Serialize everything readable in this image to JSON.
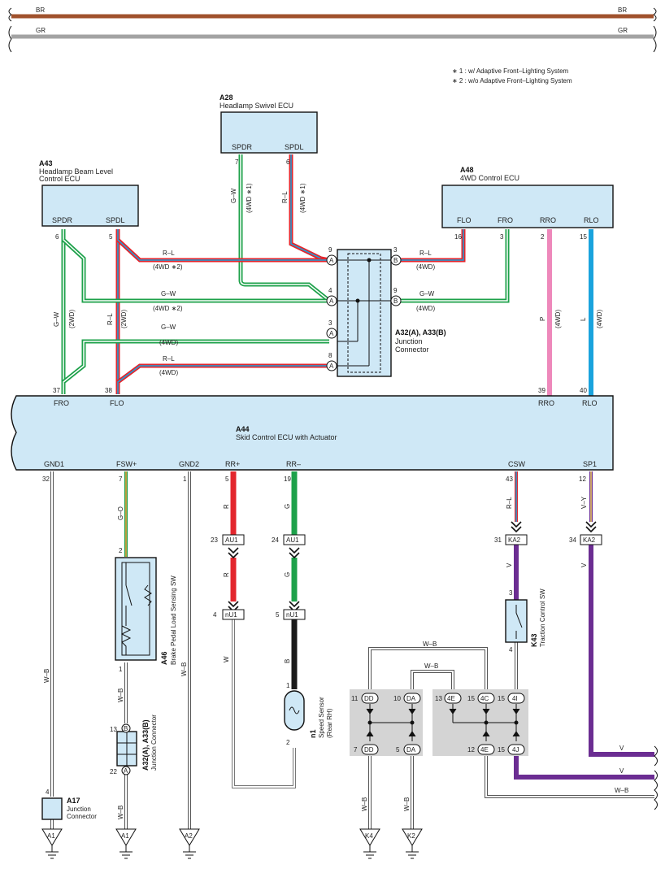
{
  "colors": {
    "brown": "#a0522d",
    "gray": "#a3a3a3",
    "red": "#e3262d",
    "green": "#1da14a",
    "blue": "#1aa3dd",
    "pink": "#ee88bb",
    "purple": "#6b2d92",
    "black": "#1a1a1a",
    "ecu_fill": "#cfe8f6"
  },
  "top_wires": {
    "br": "BR",
    "gr": "GR"
  },
  "notes": {
    "n1": "∗ 1 : w/ Adaptive Front–Lighting System",
    "n2": "∗ 2 : w/o Adaptive Front–Lighting System"
  },
  "a28": {
    "code": "A28",
    "name": "Headlamp Swivel ECU",
    "spdr": "SPDR",
    "spdl": "SPDL",
    "p7": "7",
    "p6": "6",
    "w1": "G–W",
    "w1c": "(4WD ∗1)",
    "w2": "R–L",
    "w2c": "(4WD ∗1)"
  },
  "a43": {
    "code": "A43",
    "name1": "Headlamp Beam Level",
    "name2": "Control ECU",
    "spdr": "SPDR",
    "spdl": "SPDL",
    "p6": "6",
    "p5": "5",
    "w1": "G–W",
    "w1c": "(2WD)",
    "w2": "R–L",
    "w2c": "(2WD)"
  },
  "a48": {
    "code": "A48",
    "name": "4WD Control ECU",
    "flo": "FLO",
    "fro": "FRO",
    "rro": "RRO",
    "rlo": "RLO",
    "p16": "16",
    "p3": "3",
    "p2": "2",
    "p15": "15",
    "w_p": "P",
    "w_pc": "(4WD)",
    "w_l": "L",
    "w_lc": "(4WD)"
  },
  "jc": {
    "name1": "A32(A), A33(B)",
    "name2": "Junction",
    "name3": "Connector",
    "pa9": "9",
    "pa4": "4",
    "pa3": "3",
    "pa8": "8",
    "pb3": "3",
    "pb9": "9",
    "a": "A",
    "b": "B"
  },
  "harness": {
    "r1": "R–L",
    "r1c": "(4WD ∗2)",
    "r2": "G–W",
    "r2c": "(4WD ∗2)",
    "r3": "G–W",
    "r3c": "(4WD)",
    "r4": "R–L",
    "r4c": "(4WD)",
    "b1": "R–L",
    "b1c": "(4WD)",
    "b2": "G–W",
    "b2c": "(4WD)"
  },
  "a44": {
    "code": "A44",
    "name": "Skid Control ECU with Actuator",
    "fro": "FRO",
    "flo": "FLO",
    "rro": "RRO",
    "rlo": "RLO",
    "p37": "37",
    "p38": "38",
    "p39": "39",
    "p40": "40",
    "gnd1": "GND1",
    "fsw": "FSW+",
    "gnd2": "GND2",
    "rrp": "RR+",
    "rrm": "RR–",
    "csw": "CSW",
    "sp1": "SP1",
    "p32": "32",
    "p7": "7",
    "p1": "1",
    "p5": "5",
    "p19": "19",
    "p43": "43",
    "p12": "12"
  },
  "lower": {
    "wb1": "W–B",
    "go": "G–O",
    "wb2": "W–B",
    "r_top": "R",
    "r_mid": "R",
    "w": "W",
    "g_top": "G",
    "g_mid": "G",
    "b": "B",
    "rl": "R–L",
    "vy": "V–Y",
    "v1": "V",
    "v2": "V",
    "wb3": "W–B",
    "wb_top1": "W–B",
    "wb_top2": "W–B",
    "v_right1": "V",
    "v_right2": "V",
    "wb_right": "W–B",
    "wb_k4": "W–B",
    "wb_k2": "W–B",
    "wb_a1b": "W–B"
  },
  "conns": {
    "au1a": "AU1",
    "au1a_n": "23",
    "au1b": "AU1",
    "au1b_n": "24",
    "nu1a": "nU1",
    "nu1a_n": "4",
    "nu1b": "nU1",
    "nu1b_n": "5",
    "ka2a": "KA2",
    "ka2a_n": "31",
    "ka2b": "KA2",
    "ka2b_n": "34"
  },
  "a46": {
    "code": "A46",
    "name": "Brake Pedal Load Sensing SW",
    "p2": "2",
    "p1": "1"
  },
  "jc2": {
    "code": "A32(A), A33(B)",
    "name": "Junction Connector",
    "p13": "13",
    "p22": "22",
    "b": "B",
    "a": "A"
  },
  "a17": {
    "code": "A17",
    "name1": "Junction",
    "name2": "Connector",
    "p4": "4"
  },
  "n1": {
    "code": "n1",
    "name1": "Speed Sensor",
    "name2": "(Rear RH)",
    "p1": "1",
    "p2": "2"
  },
  "k43": {
    "code": "K43",
    "name": "Traction Control SW",
    "p3": "3",
    "p4": "4"
  },
  "jb": {
    "dd": "DD",
    "da": "DA",
    "e4": "4E",
    "c4": "4C",
    "i4": "4I",
    "j4": "4J",
    "n11": "11",
    "n10": "10",
    "n13": "13",
    "n15a": "15",
    "n15b": "15",
    "n7": "7",
    "n5": "5",
    "n12": "12",
    "n15c": "15"
  },
  "grounds": {
    "a1": "A1",
    "a1b": "A1",
    "a2": "A2",
    "k4": "K4",
    "k2": "K2"
  }
}
